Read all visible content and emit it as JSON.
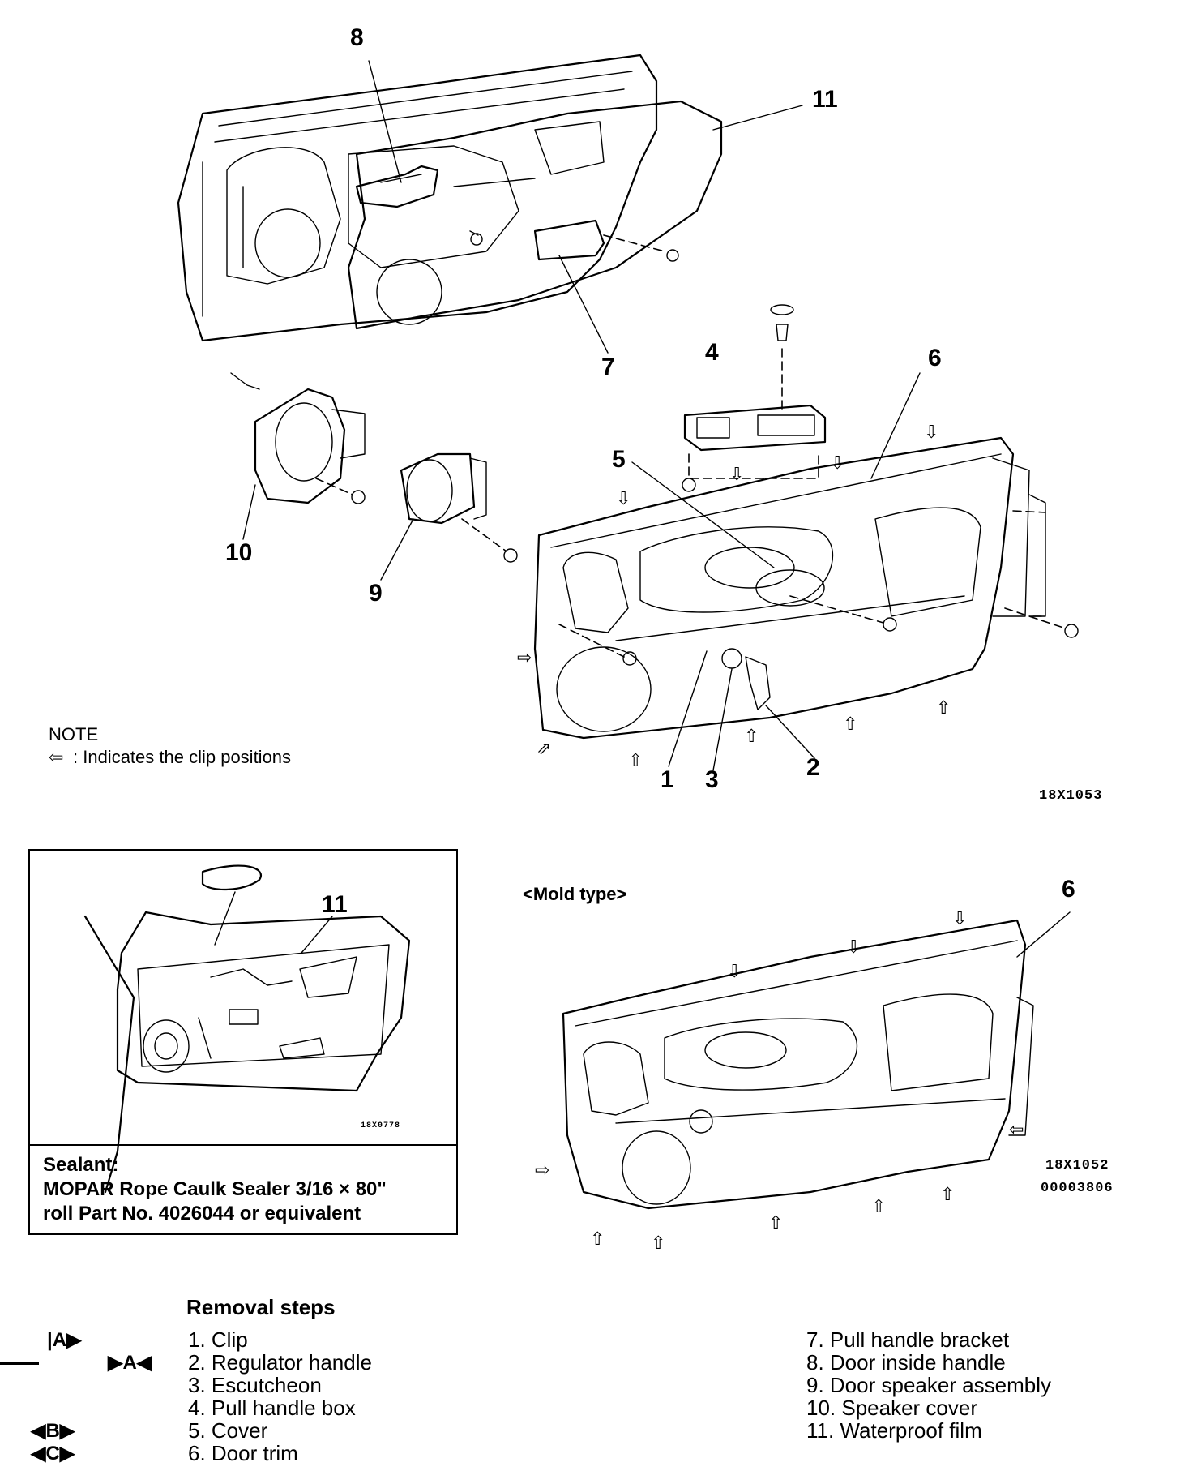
{
  "callouts": {
    "c8": "8",
    "c11": "11",
    "c7": "7",
    "c4": "4",
    "c6": "6",
    "c5": "5",
    "c10": "10",
    "c9": "9",
    "c1": "1",
    "c3": "3",
    "c2": "2",
    "c11_inset": "11",
    "c6_mold": "6"
  },
  "figure_codes": {
    "top": "18X1053",
    "inset": "18X0778",
    "mold": "18X1052",
    "doc": "00003806"
  },
  "note": {
    "title": "NOTE",
    "clip_symbol": "⇦",
    "text": ": Indicates the clip positions"
  },
  "sealant": {
    "line1": "Sealant:",
    "line2": "MOPAR Rope Caulk Sealer 3/16 × 80\"",
    "line3": "roll Part No. 4026044 or equivalent"
  },
  "mold_type": "<Mold type>",
  "removal_steps": {
    "title": "Removal steps",
    "left": [
      "1. Clip",
      "2. Regulator handle",
      "3. Escutcheon",
      "4. Pull handle box",
      "5. Cover",
      "6. Door trim"
    ],
    "right": [
      "7. Pull handle bracket",
      "8. Door inside handle",
      "9. Door speaker assembly",
      "10. Speaker cover",
      "11. Waterproof film"
    ]
  },
  "step_marks": {
    "m1": "|A▶",
    "m2": "▶A◀",
    "m5": "◀B▶",
    "m6": "◀C▶"
  }
}
